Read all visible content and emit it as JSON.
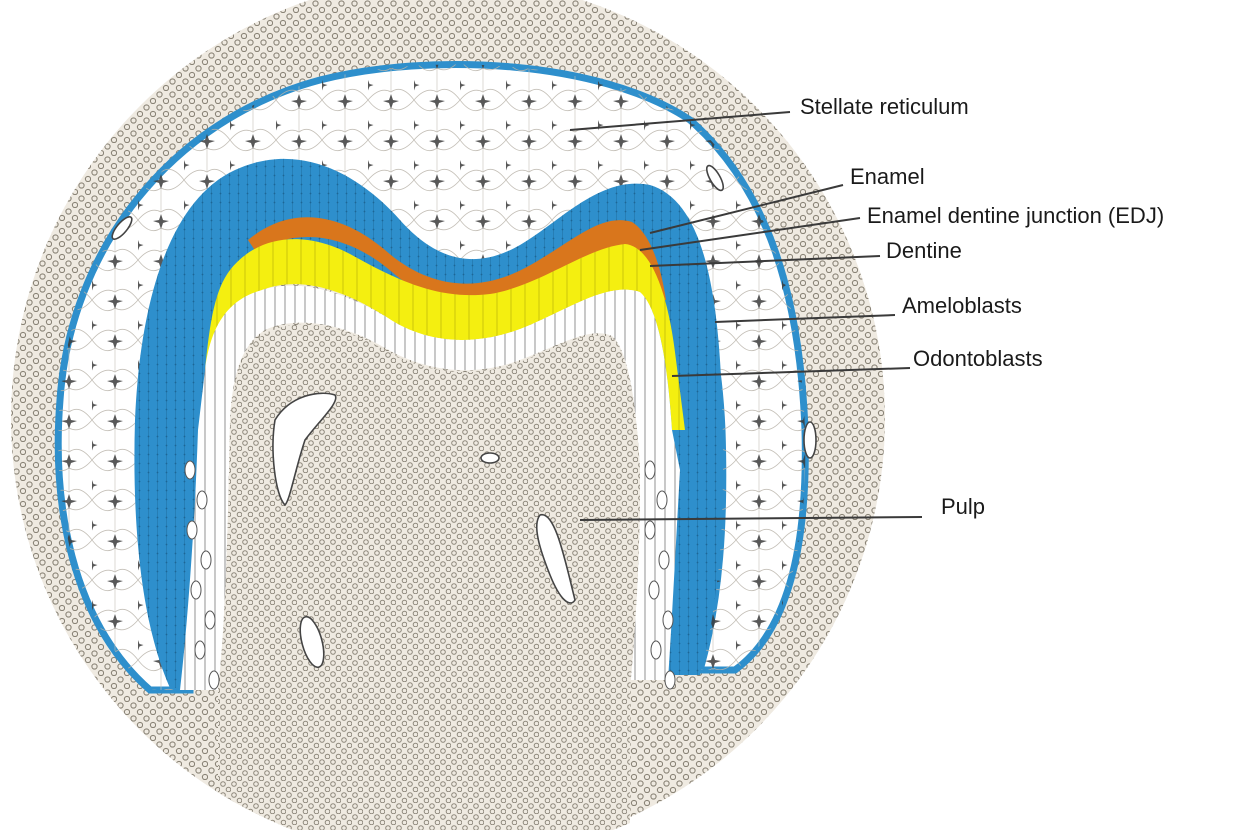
{
  "diagram": {
    "labels": {
      "stellate_reticulum": "Stellate reticulum",
      "enamel": "Enamel",
      "edj": "Enamel dentine junction (EDJ)",
      "dentine": "Dentine",
      "ameloblasts": "Ameloblasts",
      "odontoblasts": "Odontoblasts",
      "pulp": "Pulp"
    },
    "colors": {
      "background": "#ffffff",
      "tissue": "#efeae1",
      "dots": "#8a8477",
      "ameloblast_blue": "#2e8fcc",
      "enamel_orange": "#d9761c",
      "dentine_yellow": "#f4ef10",
      "stellate_white": "#ffffff",
      "ink": "#2a2a2a"
    }
  }
}
